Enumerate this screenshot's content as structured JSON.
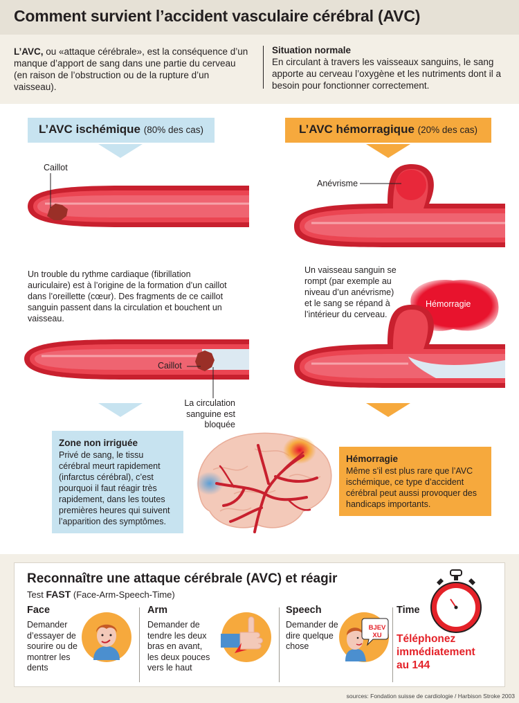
{
  "title": "Comment survient l’accident vasculaire cérébral (AVC)",
  "intro": {
    "lead_bold": "L’AVC,",
    "lead_text": " ou «attaque cérébrale», est la conséquence d’un manque d’apport de sang dans une partie du cerveau (en raison de l’obstruction ou de la rupture d’un vaisseau).",
    "normal_title": "Situation normale",
    "normal_text": "En circulant à travers les vaisseaux sanguins, le sang apporte au cerveau l’oxygène et les nutriments dont il a besoin pour fonctionner correctement."
  },
  "ischemic": {
    "label": "L’AVC ischémique",
    "pct": "(80% des cas)",
    "clot_label_1": "Caillot",
    "description": "Un trouble du rythme cardiaque (fibrillation auriculaire) est à l’origine de la formation d’un caillot dans l’oreillette (cœur). Des fragments de ce caillot sanguin passent dans la circulation et bouchent un vaisseau.",
    "clot_label_2": "Caillot",
    "blocked_label": "La circulation sanguine est bloquée",
    "zone_title": "Zone non irriguée",
    "zone_text": "Privé de sang, le tissu cérébral meurt rapidement (infarctus cérébral), c’est pourquoi il faut réagir très rapidement, dans les toutes premières heures qui suivent l’apparition des symptômes."
  },
  "hemorrhagic": {
    "label": "L’AVC hémorragique",
    "pct": "(20% des cas)",
    "aneurysm_label": "Anévrisme",
    "description": "Un vaisseau sanguin se rompt (par exemple au niveau d’un anévrisme) et le sang se répand à l’intérieur du cerveau.",
    "hemorrhage_label": "Hémorragie",
    "box_title": "Hémorragie",
    "box_text": "Même s’il est plus rare que l’AVC ischémique, ce type d’accident cérébral peut aussi provoquer des handicaps importants."
  },
  "fast": {
    "title": "Reconnaître une attaque cérébrale (AVC) et réagir",
    "sub_prefix": "Test ",
    "sub_bold": "FAST",
    "sub_suffix": " (Face-Arm-Speech-Time)",
    "face_title": "Face",
    "face_text": "Demander d’essayer de sourire ou de montrer les dents",
    "arm_title": "Arm",
    "arm_text": "Demander de tendre les deux bras en avant, les deux pouces vers le haut",
    "speech_title": "Speech",
    "speech_text": "Demander de dire quelque chose",
    "speech_bubble": "BJEV XU",
    "time_title": "Time",
    "time_text": "Téléphonez immédiatement au 144"
  },
  "sources": "sources: Fondation suisse de cardiologie / Harbison Stroke 2003",
  "colors": {
    "blue": "#c7e3f0",
    "orange": "#f6a93d",
    "red": "#e42229",
    "vessel": "#c8202e"
  }
}
